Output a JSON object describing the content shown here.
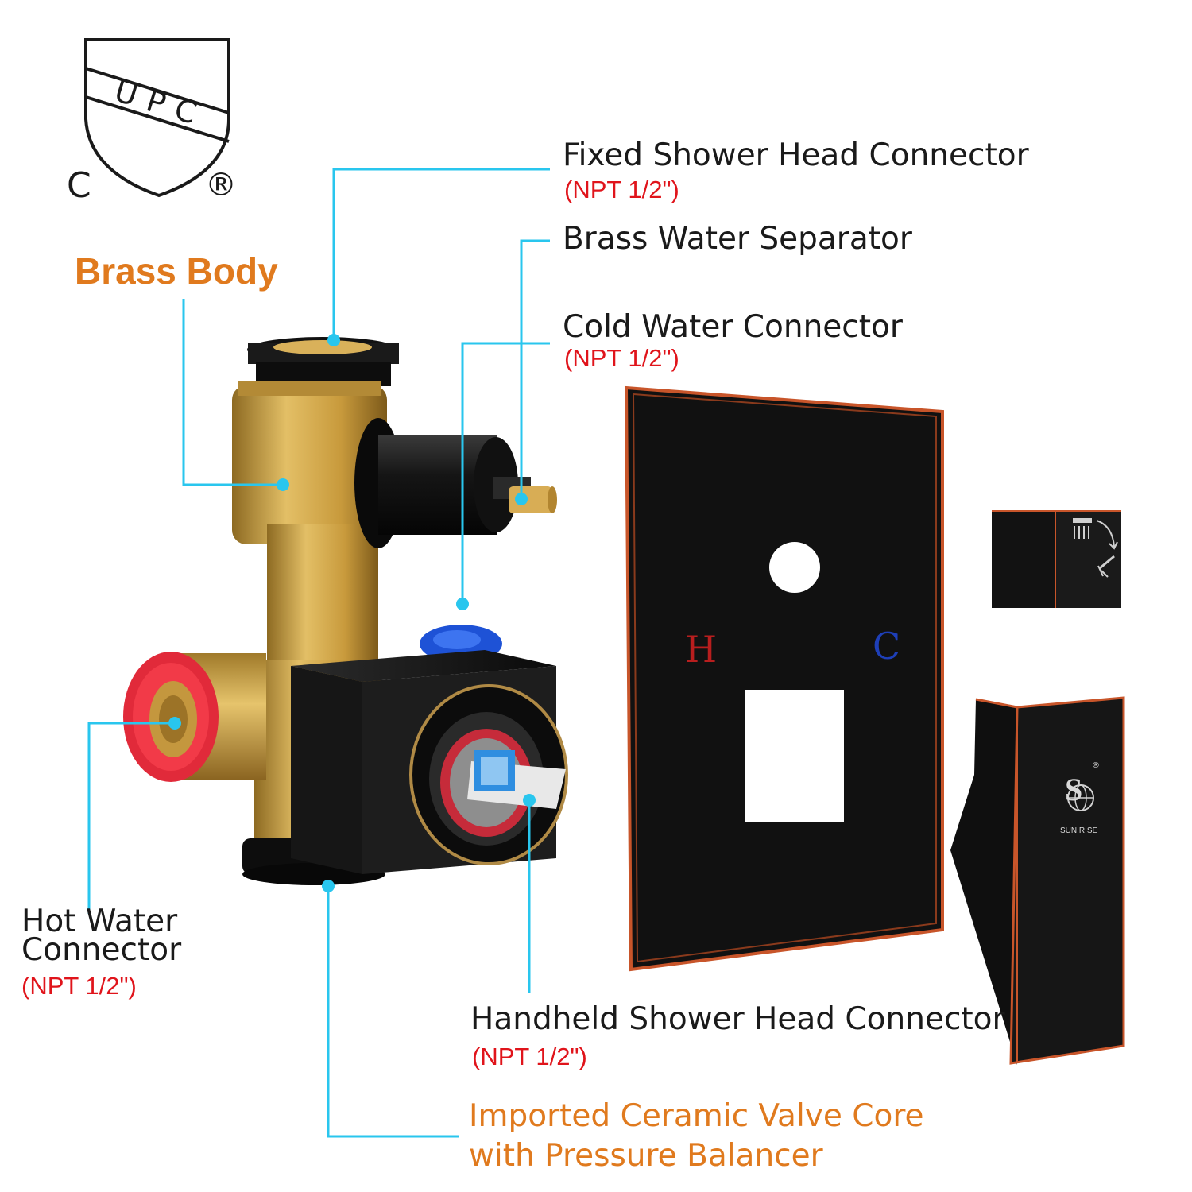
{
  "certification": {
    "mark_text": "UPC",
    "letter_left": "C",
    "letter_right": "®"
  },
  "labels": {
    "brass_body": "Brass Body",
    "fixed_head": {
      "title": "Fixed Shower Head Connector",
      "spec": "(NPT 1/2\")"
    },
    "separator": {
      "title": "Brass Water Separator"
    },
    "cold": {
      "title": "Cold Water Connector",
      "spec": "(NPT 1/2\")"
    },
    "hot": {
      "line1": "Hot Water",
      "line2": "Connector",
      "spec": "(NPT 1/2\")"
    },
    "handheld": {
      "title": "Handheld Shower Head Connector",
      "spec": "(NPT 1/2\")"
    },
    "core": {
      "line1": "Imported Ceramic Valve Core",
      "line2": "with Pressure Balancer"
    }
  },
  "trim_plate": {
    "hot_letter": "H",
    "cold_letter": "C"
  },
  "handle": {
    "brand": "SUN RISE",
    "logo_letter": "S",
    "reg": "®"
  },
  "colors": {
    "leader_line": "#29c6ee",
    "spec_text": "#e0141b",
    "accent_orange": "#e07a1e",
    "plate_black": "#111111",
    "bronze_edge": "#c8552a",
    "brass": "#c9a24a"
  }
}
